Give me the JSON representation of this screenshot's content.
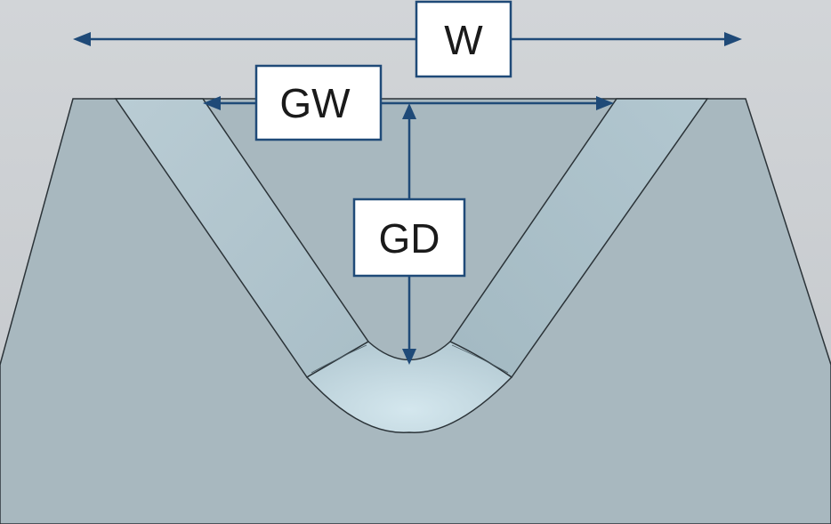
{
  "labels": {
    "width": "W",
    "groove_width": "GW",
    "groove_depth": "GD"
  },
  "colors": {
    "background": "#c9cdd1",
    "body_fill": "#a7b8be",
    "groove_wall": "#b4cad3",
    "groove_bottom": "#c6dde5",
    "edge": "#2b3338",
    "dimension_line": "#1f4a78",
    "label_box_fill": "#ffffff",
    "label_box_stroke": "#1f4a78"
  }
}
